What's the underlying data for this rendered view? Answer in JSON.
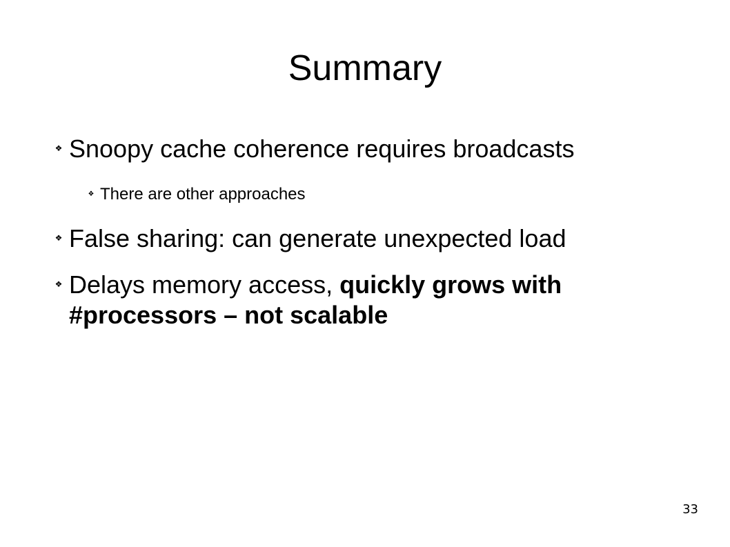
{
  "slide": {
    "title": "Summary",
    "bullets": [
      {
        "level": 1,
        "text": "Snoopy cache coherence requires broadcasts"
      },
      {
        "level": 2,
        "text": "There are other approaches"
      },
      {
        "level": 1,
        "text": "False sharing: can generate unexpected load"
      },
      {
        "level": 1,
        "text_plain": "Delays memory access, ",
        "text_bold": "quickly grows with #processors – not scalable"
      }
    ],
    "bullet_icon": "diamond-dots-bullet-icon",
    "bullet_glyph": "❖",
    "page_number": "33"
  }
}
